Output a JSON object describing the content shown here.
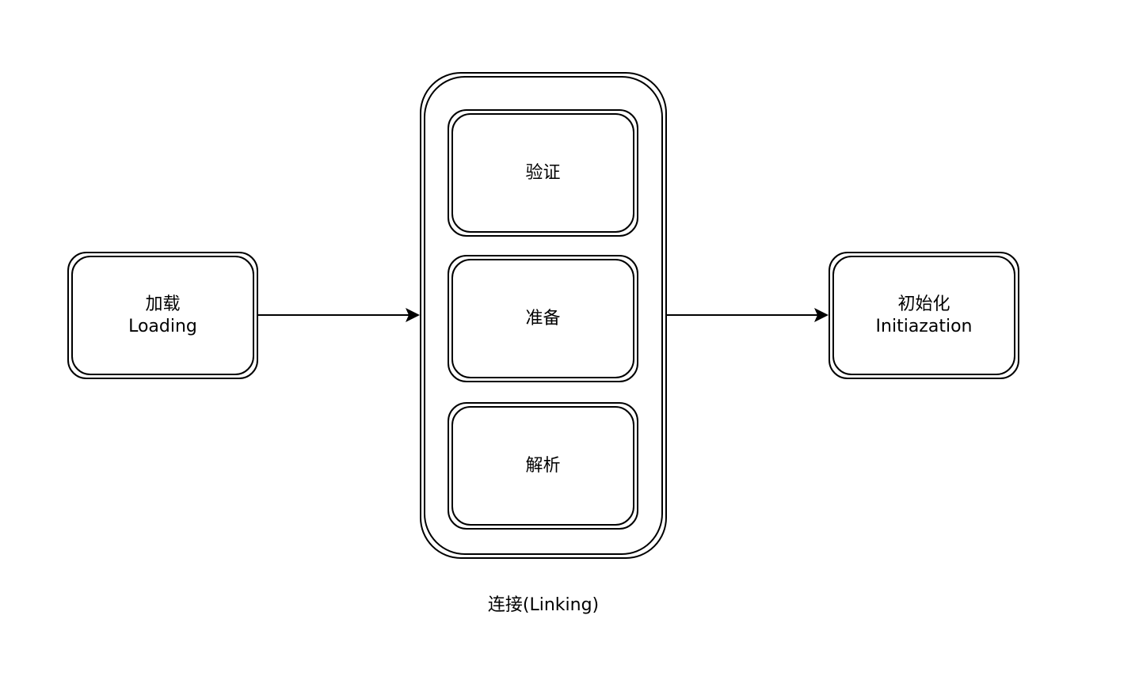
{
  "nodes": {
    "loading": {
      "line1": "加载",
      "line2": "Loading"
    },
    "initialization": {
      "line1": "初始化",
      "line2": "Initiazation"
    }
  },
  "linking": {
    "caption": "连接(Linking)",
    "steps": [
      {
        "label": "验证"
      },
      {
        "label": "准备"
      },
      {
        "label": "解析"
      }
    ]
  },
  "colors": {
    "stroke": "#000000",
    "background": "#ffffff"
  }
}
